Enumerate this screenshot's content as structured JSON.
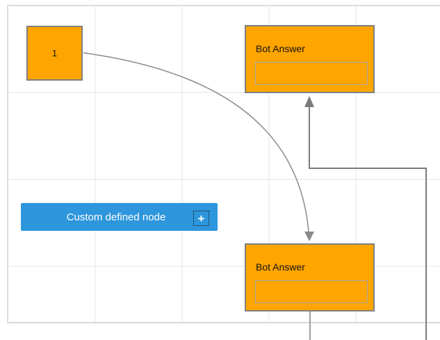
{
  "diagram": {
    "nodes": {
      "start": {
        "label": "1"
      },
      "bot_answer_top": {
        "title": "Bot Answer",
        "field_value": ""
      },
      "bot_answer_bottom": {
        "title": "Bot Answer",
        "field_value": ""
      },
      "custom": {
        "label": "Custom defined node",
        "add_button": "+"
      }
    },
    "connectors": [
      {
        "name": "curved-connector",
        "from": "start",
        "to": "bot_answer_bottom",
        "style": "bezier",
        "arrow": "down"
      },
      {
        "name": "orthogonal-connector",
        "to": "bot_answer_top",
        "style": "orthogonal",
        "arrow": "up"
      },
      {
        "name": "bottom-stub-connector",
        "from": "bot_answer_bottom",
        "style": "straight"
      }
    ],
    "colors": {
      "node_fill": "#FFA500",
      "node_border": "#808080",
      "custom_node_fill": "#2D96DC",
      "connector_gray": "#7A7A7A",
      "curve_gray": "#8A8A8A",
      "grid_line": "#E5E5E5",
      "grid_boundary": "#DDDDDD"
    }
  }
}
